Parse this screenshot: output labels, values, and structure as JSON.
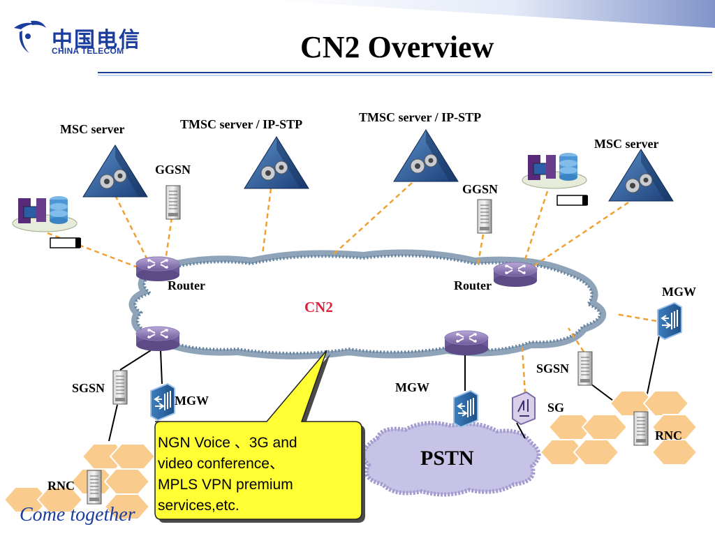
{
  "logo": {
    "chinese": "中国电信",
    "english": "CHINA TELECOM"
  },
  "title": "CN2 Overview",
  "labels": {
    "msc_left": "MSC server",
    "tmsc_left": "TMSC server / IP-STP",
    "tmsc_right": "TMSC server / IP-STP",
    "msc_right": "MSC server",
    "ggsn_left": "GGSN",
    "ggsn_right": "GGSN",
    "router_left": "Router",
    "router_right": "Router",
    "mgw_right": "MGW",
    "sgsn_left": "SGSN",
    "mgw_left": "MGW",
    "mgw_center": "MGW",
    "sgsn_right": "SGSN",
    "sg": "SG",
    "rnc_left": "RNC",
    "rnc_right": "RNC"
  },
  "cloud_label": "CN2",
  "pstn_label": "PSTN",
  "callout": {
    "lines": [
      "NGN Voice 、3G  and",
      "video conference、",
      "MPLS VPN premium",
      "services,etc."
    ]
  },
  "slogan": "Come together",
  "colors": {
    "brand_blue": "#1a3d9e",
    "cn2_red": "#e0203a",
    "dash_orange": "#f0a030",
    "callout_yellow": "#ffff33"
  }
}
